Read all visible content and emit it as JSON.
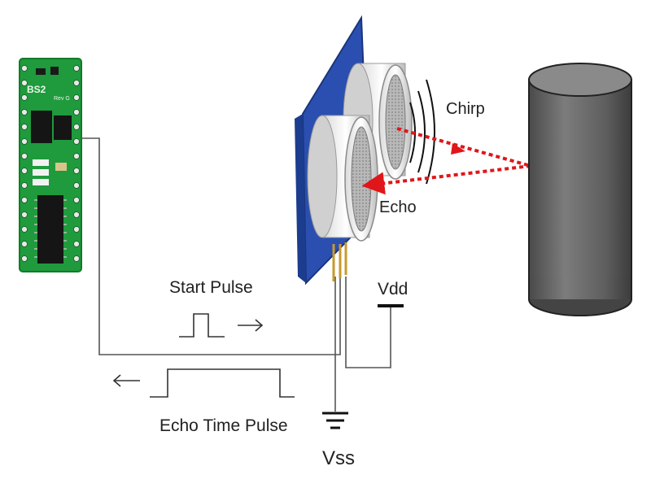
{
  "labels": {
    "chirp": "Chirp",
    "echo": "Echo",
    "start_pulse": "Start Pulse",
    "echo_time_pulse": "Echo Time Pulse",
    "vdd": "Vdd",
    "vss": "Vss",
    "board_name": "BS2",
    "board_rev": "Rev G"
  },
  "colors": {
    "wire": "#555555",
    "board_green": "#1f9a3c",
    "sensor_blue": "#2a4fb0",
    "ray_red": "#e0161a",
    "cylinder": "#6b6b6b"
  }
}
